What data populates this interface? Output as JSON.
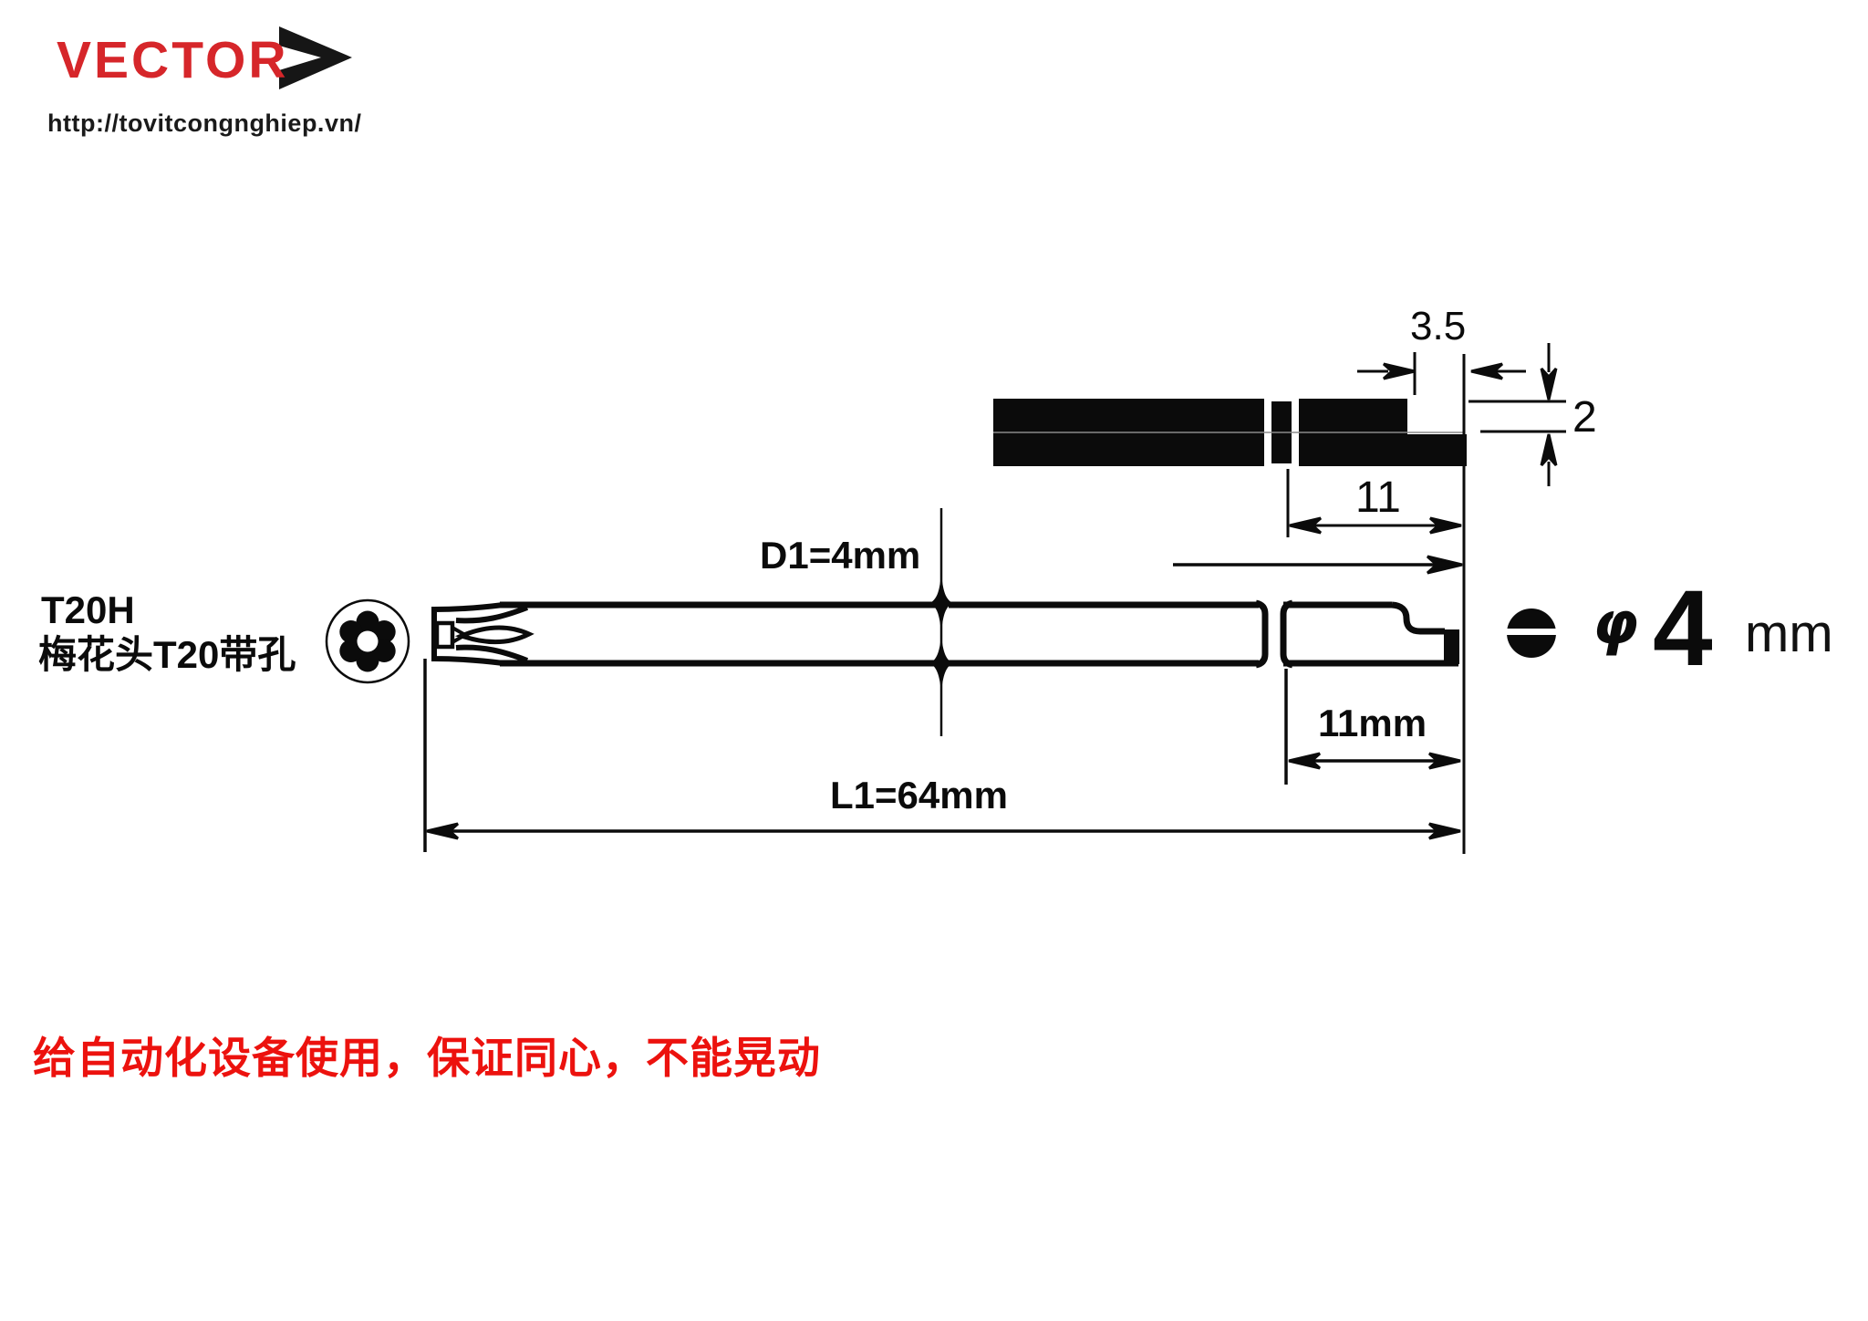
{
  "brand": {
    "logo_text": "VECTOR",
    "url": "http://tovitcongnghiep.vn/"
  },
  "part": {
    "code": "T20H",
    "name_cn": "梅花头T20带孔"
  },
  "dimensions": {
    "shaft_diameter": "D1=4mm",
    "overall_length": "L1=64mm",
    "shank_length": "11mm",
    "detail_step_length": "3.5",
    "detail_step_depth": "2",
    "detail_shank_length": "11",
    "diameter_symbol": "φ",
    "diameter_value": "4",
    "diameter_unit": "mm"
  },
  "note_cn": "给自动化设备使用，保证同心，不能晃动",
  "icons": [
    "torx-t20h-cross-section",
    "round-shank-section",
    "brand-arrow"
  ],
  "colors": {
    "brand_red": "#d6262a",
    "note_red": "#ec120e",
    "ink": "#0b0b0b"
  }
}
